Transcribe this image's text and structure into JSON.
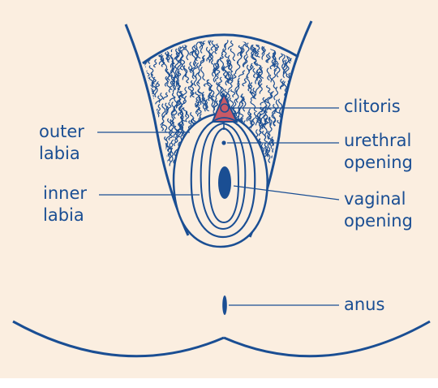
{
  "colors": {
    "ink": "#1a4e93",
    "background": "#fbeee0",
    "clitoris_fill": "#c85a66"
  },
  "labels": {
    "outer_labia": {
      "line1": "outer",
      "line2": "labia"
    },
    "inner_labia": {
      "line1": "inner",
      "line2": "labia"
    },
    "clitoris": "clitoris",
    "urethral_opening": {
      "line1": "urethral",
      "line2": "opening"
    },
    "vaginal_opening": {
      "line1": "vaginal",
      "line2": "opening"
    },
    "anus": "anus"
  }
}
